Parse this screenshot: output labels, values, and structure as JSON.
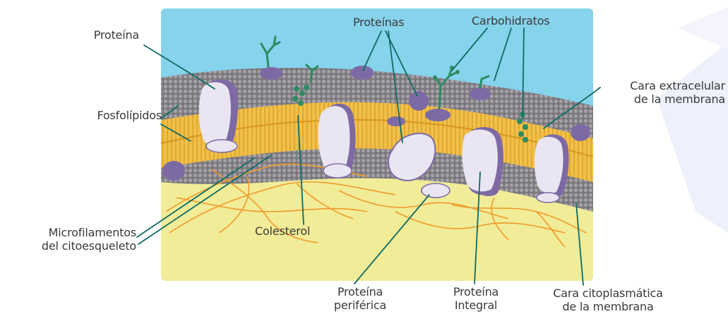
{
  "labels": {
    "proteina": "Proteína",
    "proteinas": "Proteínas",
    "carbohidratos": "Carbohidratos",
    "cara_extracelular": [
      "Cara extracelular",
      "de la membrana"
    ],
    "fosfolipidos": "Fosfolípidos",
    "microfilamentos": [
      "Microfilamentos",
      "del citoesqueleto"
    ],
    "colesterol": "Colesterol",
    "proteina_periferica": [
      "Proteína",
      "periférica"
    ],
    "proteina_integral": [
      "Proteína",
      "Integral"
    ],
    "cara_citoplasmatica": [
      "Cara citoplasmática",
      "de la membrana"
    ]
  },
  "colors": {
    "extracellular": "#86d3ec",
    "cytoplasm": "#f1ec97",
    "head_layer": "#7f7d82",
    "tail_layer": "#f1c04a",
    "protein": "#e9e5f2",
    "protein_shadow": "#7d6aa5",
    "carbohydrate": "#2e8b63",
    "filament": "#f09a2a",
    "leader_line": "#0f6b63"
  }
}
